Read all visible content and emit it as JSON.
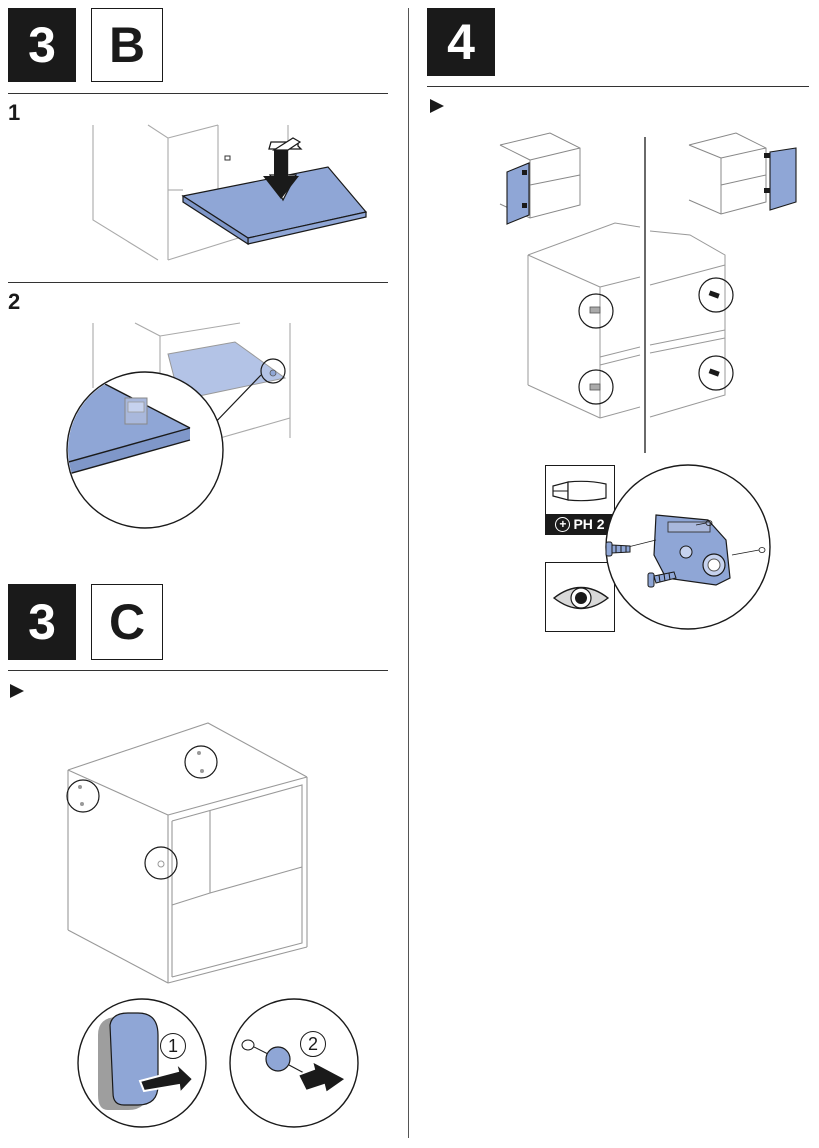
{
  "step_3b": {
    "number": "3",
    "letter": "B",
    "substeps": [
      "1",
      "2"
    ]
  },
  "step_3c": {
    "number": "3",
    "letter": "C",
    "callouts": [
      "1",
      "2"
    ]
  },
  "step_4": {
    "number": "4"
  },
  "tool": {
    "label": "PH 2",
    "icon": "phillips-screwdriver-icon",
    "plus_glyph": "+"
  },
  "colors": {
    "accent_blue": "#8fa6d6",
    "ink": "#1a1a1a",
    "line_gray": "#9a9a9a"
  }
}
